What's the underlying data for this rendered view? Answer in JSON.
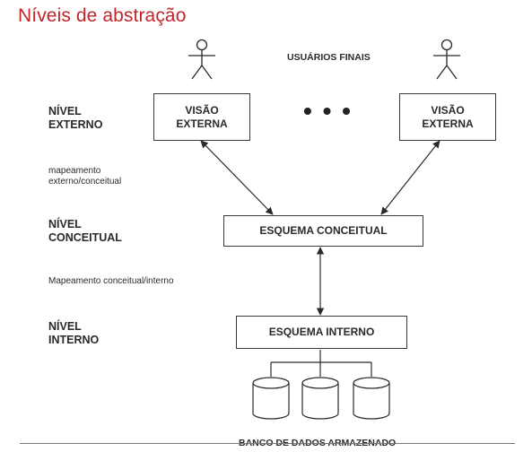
{
  "title": "Níveis de abstração",
  "top_label": "USUÁRIOS FINAIS",
  "ellipsis": "• • •",
  "levels": {
    "external": "NÍVEL\nEXTERNO",
    "conceptual": "NÍVEL\nCONCEITUAL",
    "internal": "NÍVEL\nINTERNO"
  },
  "mappings": {
    "external_conceptual": "mapeamento\nexterno/conceitual",
    "conceptual_internal": "Mapeamento conceitual/interno"
  },
  "boxes": {
    "view_left": "VISÃO\nEXTERNA",
    "view_right": "VISÃO\nEXTERNA",
    "conceptual_schema": "ESQUEMA CONCEITUAL",
    "internal_schema": "ESQUEMA INTERNO"
  },
  "storage_caption": "BANCO DE DADOS ARMAZENADO",
  "colors": {
    "title": "#c0262a",
    "lines": "#3a3a3a"
  }
}
